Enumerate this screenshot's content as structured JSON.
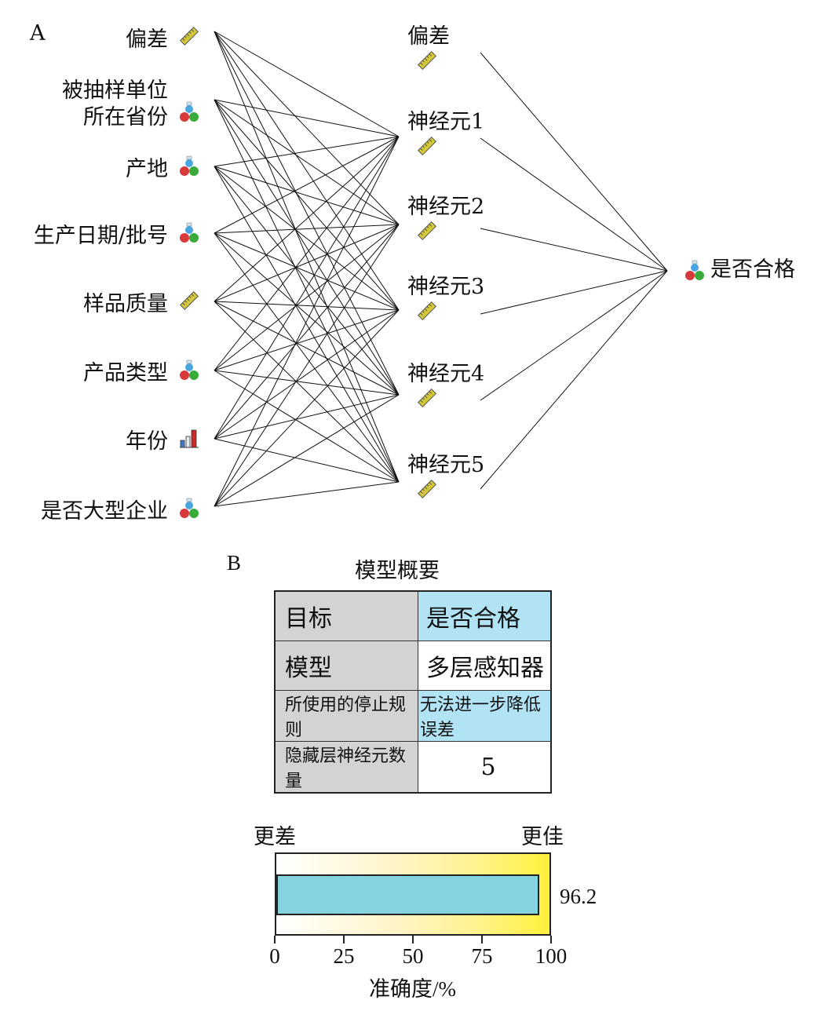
{
  "panel_a": {
    "label": "A",
    "inputs": [
      {
        "lines": [
          "偏差"
        ],
        "icon": "ruler-icon"
      },
      {
        "lines": [
          "被抽样单位",
          "所在省份"
        ],
        "icon": "nominal-icon"
      },
      {
        "lines": [
          "产地"
        ],
        "icon": "nominal-icon"
      },
      {
        "lines": [
          "生产日期/批号"
        ],
        "icon": "nominal-icon"
      },
      {
        "lines": [
          "样品质量"
        ],
        "icon": "ruler-icon"
      },
      {
        "lines": [
          "产品类型"
        ],
        "icon": "nominal-icon"
      },
      {
        "lines": [
          "年份"
        ],
        "icon": "bar-chart-icon"
      },
      {
        "lines": [
          "是否大型企业"
        ],
        "icon": "nominal-icon"
      }
    ],
    "hidden": [
      {
        "label": "偏差",
        "icon": "ruler-icon"
      },
      {
        "label": "神经元1",
        "icon": "ruler-icon"
      },
      {
        "label": "神经元2",
        "icon": "ruler-icon"
      },
      {
        "label": "神经元3",
        "icon": "ruler-icon"
      },
      {
        "label": "神经元4",
        "icon": "ruler-icon"
      },
      {
        "label": "神经元5",
        "icon": "ruler-icon"
      }
    ],
    "output": {
      "label": "是否合格",
      "icon": "nominal-icon"
    }
  },
  "panel_b": {
    "label": "B",
    "title": "模型概要",
    "rows": [
      {
        "key": "目标",
        "value": "是否合格"
      },
      {
        "key": "模型",
        "value": "多层感知器"
      },
      {
        "key": "所使用的停止规则",
        "value": "无法进一步降低误差"
      },
      {
        "key": "隐藏层神经元数量",
        "value": "5"
      }
    ],
    "gauge": {
      "left_label": "更差",
      "right_label": "更佳",
      "value": 96.2,
      "value_text": "96.2",
      "ticks": [
        "0",
        "25",
        "50",
        "75",
        "100"
      ],
      "axis_label": "准确度/%"
    }
  },
  "colors": {
    "ruler": "#d4c83a",
    "bar_red": "#cc2a2a",
    "bar_blue": "#4477cc",
    "ball_red": "#d63a3a",
    "ball_green": "#3aaa3a",
    "ball_blue": "#4aa6e0",
    "table_gray": "#d3d3d3",
    "table_cyan": "#b1e3f5",
    "gauge_fill": "#84d3de"
  }
}
